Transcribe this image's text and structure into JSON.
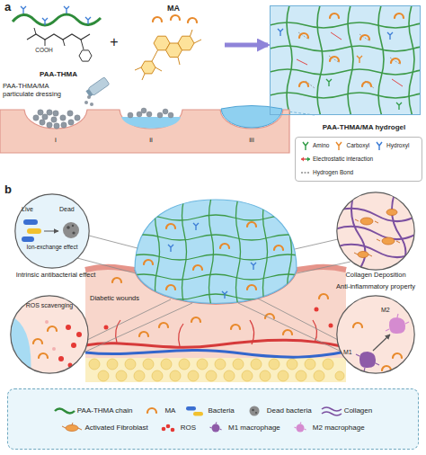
{
  "diagram": {
    "nodes": [
      {
        "text": [
          "PAA-THMA"
        ]
      },
      {
        "text": [
          "MA"
        ]
      },
      {
        "text": [
          "PAA-THMA/MA hydrogel"
        ]
      },
      {
        "text": [
          "Live",
          "Dead",
          "Ion-exchange effect",
          "Intrinsic antibacterial effect"
        ]
      },
      {
        "text": [
          "Collagen Deposition"
        ]
      },
      {
        "text": [
          "ROS scavenging"
        ]
      },
      {
        "text": [
          "Anti-inflammatory property",
          "M1",
          "M2"
        ]
      }
    ],
    "edges": [
      {
        "from": 1,
        "to": 2,
        "arrow": "to"
      }
    ],
    "labels": [
      "a",
      "COOH",
      "+",
      "PAA-THMA/MA particulate dressing",
      "i",
      "ii",
      "iii",
      "b",
      "Diabetic wounds"
    ],
    "legend": [
      {
        "text": "Amino"
      },
      {
        "text": "Carboxyl"
      },
      {
        "text": "Hydroxyl"
      },
      {
        "text": "Electrostatic interaction"
      },
      {
        "text": "Hydrogen Bond"
      },
      {
        "text": "PAA-THMA chain"
      },
      {
        "text": "MA"
      },
      {
        "text": "Bacteria"
      },
      {
        "text": "Dead bacteria"
      },
      {
        "text": "Collagen"
      },
      {
        "text": "Activated Fibroblast"
      },
      {
        "text": "ROS"
      },
      {
        "text": "M1 macrophage"
      },
      {
        "text": "M2 macrophage"
      }
    ]
  }
}
